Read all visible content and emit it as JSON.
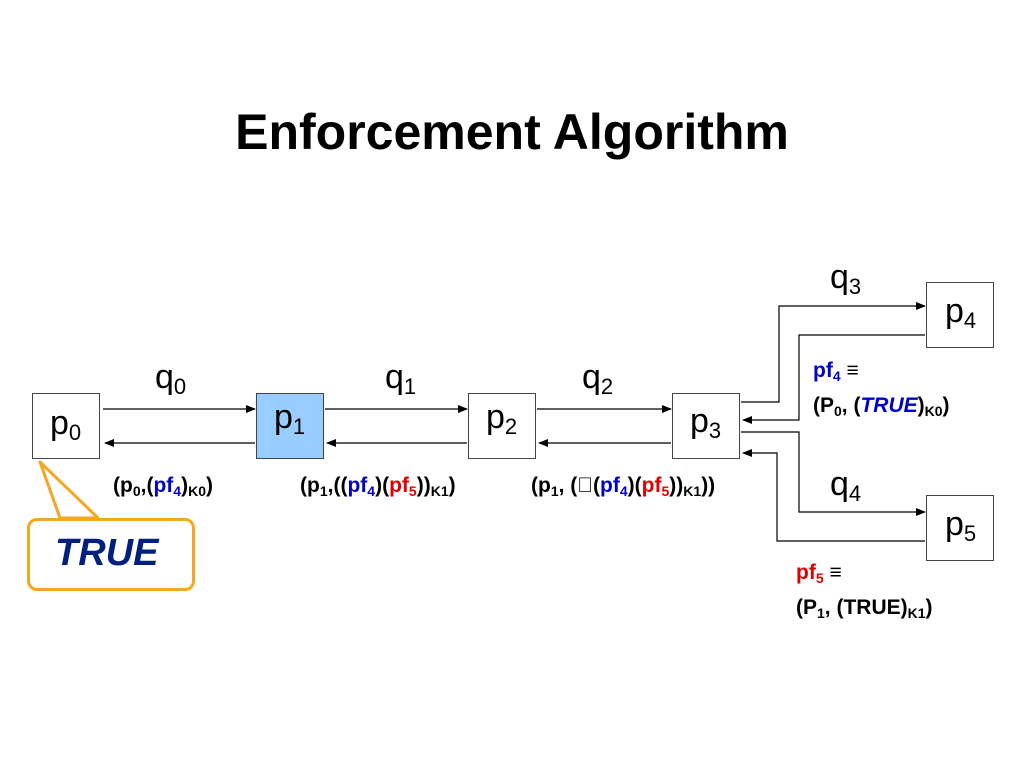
{
  "title": "Enforcement Algorithm",
  "nodes": {
    "p0": {
      "name": "p",
      "sub": "0"
    },
    "p1": {
      "name": "p",
      "sub": "1"
    },
    "p2": {
      "name": "p",
      "sub": "2"
    },
    "p3": {
      "name": "p",
      "sub": "3"
    },
    "p4": {
      "name": "p",
      "sub": "4"
    },
    "p5": {
      "name": "p",
      "sub": "5"
    }
  },
  "queries": {
    "q0": {
      "name": "q",
      "sub": "0"
    },
    "q1": {
      "name": "q",
      "sub": "1"
    },
    "q2": {
      "name": "q",
      "sub": "2"
    },
    "q3": {
      "name": "q",
      "sub": "3"
    },
    "q4": {
      "name": "q",
      "sub": "4"
    }
  },
  "callout": {
    "text": "TRUE"
  },
  "tuples": {
    "t0": {
      "open": "(p",
      "sub_p": "0",
      "sep": ",(",
      "pf": "pf",
      "pf_sub": "4",
      "close1": ")",
      "key": "K0",
      "close2": ")"
    },
    "t1": {
      "open": "(p",
      "sub_p": "1",
      "sep": ",((",
      "pf4": "pf",
      "pf4_sub": "4",
      "mid": ")(",
      "pf5": "pf",
      "pf5_sub": "5",
      "close1": "))",
      "key": "K1",
      "close2": ")"
    },
    "t2": {
      "open": "(p",
      "sub_p": "1",
      "sep": ", (\u0000(",
      "pf4": "pf",
      "pf4_sub": "4",
      "mid": ")(",
      "pf5": "pf",
      "pf5_sub": "5",
      "close1": "))",
      "key": "K1",
      "close2": "))"
    }
  },
  "pf4_def": {
    "lhs": "pf",
    "lhs_sub": "4",
    "equiv": "≡",
    "open": "(P",
    "p_sub": "0",
    "sep": ", (",
    "val": "TRUE",
    "close1": ")",
    "key": "K0",
    "close2": ")"
  },
  "pf5_def": {
    "lhs": "pf",
    "lhs_sub": "5",
    "equiv": "≡",
    "open": "(P",
    "p_sub": "1",
    "sep": ", (TRUE)",
    "key": "K1",
    "close2": ")"
  }
}
